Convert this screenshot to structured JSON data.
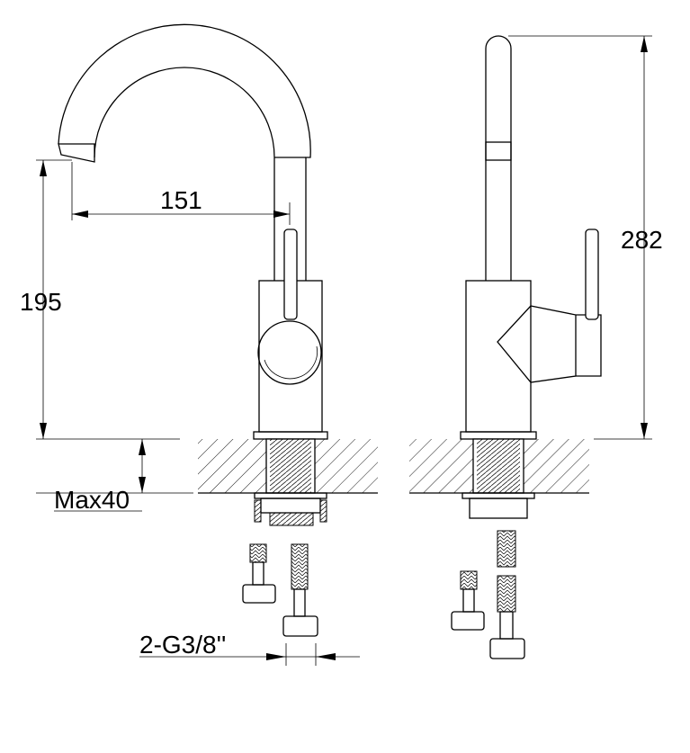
{
  "drawing": {
    "front_view": {
      "spout_reach": "151",
      "spout_height": "195",
      "max_counter_thickness": "Max40",
      "connection": "2-G3/8''"
    },
    "side_view": {
      "total_height": "282"
    }
  }
}
